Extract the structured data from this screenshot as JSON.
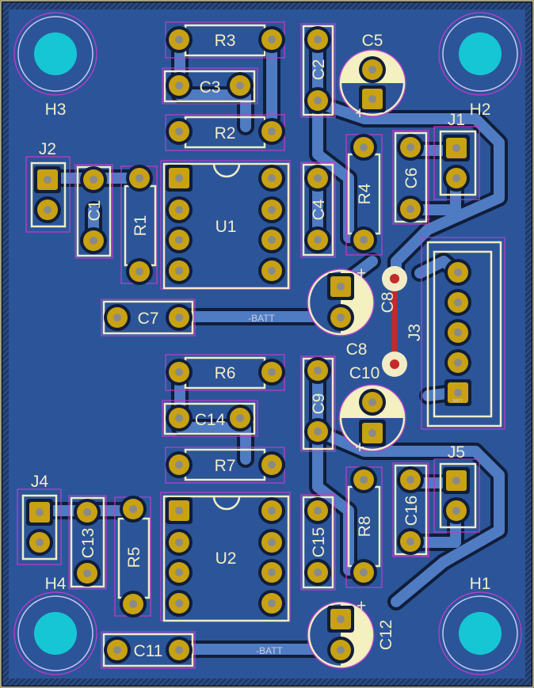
{
  "colors": {
    "background": "#000000",
    "edge_cuts": "#d9d9b0",
    "board": "#244a86",
    "copper_fill": "#2b5598",
    "track": "#4f7bc2",
    "track_dark": "#101d3a",
    "silkscreen": "#f2ecc6",
    "courtyard": "#c43bd1",
    "pad": "#c8a213",
    "drill": "#8a8a8a",
    "mount_hole": "#16c6d4",
    "jumper": "#c42a2a"
  },
  "labels": {
    "R3": "R3",
    "C3": "C3",
    "R2": "R2",
    "C2": "C2",
    "C5": "C5",
    "H3": "H3",
    "H2": "H2",
    "J1": "J1",
    "J2": "J2",
    "C1": "C1",
    "R1": "R1",
    "U1": "U1",
    "C4": "C4",
    "R4": "R4",
    "C6": "C6",
    "C7": "C7",
    "C8a": "C8",
    "C8b": "C8",
    "J3": "J3",
    "R6": "R6",
    "C10": "C10",
    "C9": "C9",
    "C14": "C14",
    "R7": "R7",
    "J5": "J5",
    "J4": "J4",
    "C13": "C13",
    "R5": "R5",
    "U2": "U2",
    "C15": "C15",
    "R8": "R8",
    "C16": "C16",
    "H4": "H4",
    "H1": "H1",
    "C12": "C12",
    "C11": "C11",
    "plus": "+"
  },
  "fab": {
    "batt_top": "-BATT",
    "batt_bottom": "-BATT",
    "j3_batt": "BATT"
  }
}
